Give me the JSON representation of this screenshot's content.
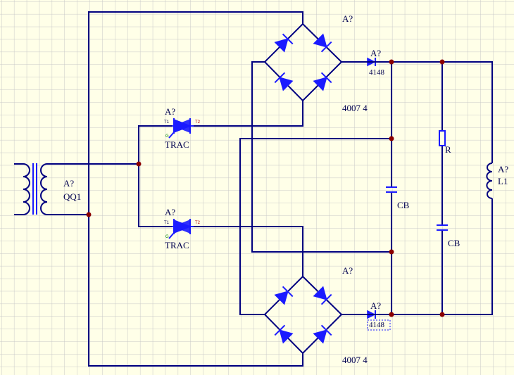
{
  "colors": {
    "background": "#ffffe8",
    "grid": "#c8c8c8",
    "wire": "#000080",
    "component": "#1a1aff",
    "junction": "#8b0000"
  },
  "transformer": {
    "designator": "A?",
    "name": "QQ1"
  },
  "triac_top": {
    "designator": "A?",
    "name": "TRAC",
    "pin_t1": "T1",
    "pin_t2": "T2",
    "pin_g": "G"
  },
  "triac_bottom": {
    "designator": "A?",
    "name": "TRAC",
    "pin_t1": "T1",
    "pin_t2": "T2",
    "pin_g": "G"
  },
  "bridge_top": {
    "designator": "A?",
    "part": "4007 4"
  },
  "bridge_bottom": {
    "designator": "A?",
    "part": "4007 4"
  },
  "diode_top": {
    "designator": "A?",
    "part": "4148"
  },
  "diode_bottom": {
    "designator": "A?",
    "part": "4148"
  },
  "cap_mid": {
    "name": "CB"
  },
  "cap_right": {
    "name": "CB"
  },
  "resistor": {
    "name": "R"
  },
  "inductor": {
    "designator": "A?",
    "name": "L1"
  }
}
